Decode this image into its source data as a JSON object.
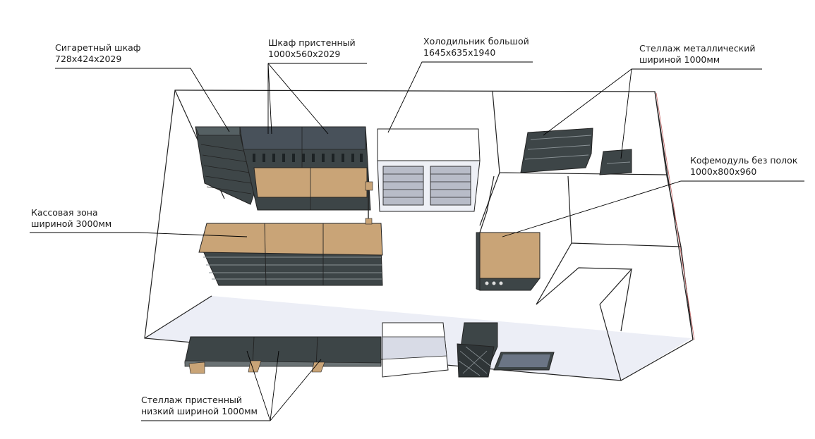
{
  "labels": {
    "cigarette_cabinet": {
      "line1": "Сигаретный шкаф",
      "line2": "728x424x2029"
    },
    "wall_cabinet": {
      "line1": "Шкаф пристенный",
      "line2": "1000x560x2029"
    },
    "fridge": {
      "line1": "Холодильник большой",
      "line2": "1645x635x1940"
    },
    "metal_rack": {
      "line1": "Стеллаж металлический",
      "line2": "шириной 1000мм"
    },
    "coffee_module": {
      "line1": "Кофемодуль без полок",
      "line2": "1000x800x960"
    },
    "cash_zone": {
      "line1": "Кассовая зона",
      "line2": "шириной 3000мм"
    },
    "low_wall_rack": {
      "line1": "Стеллаж пристенный",
      "line2": "низкий шириной 1000мм"
    }
  },
  "colors": {
    "dark_furniture": "#3d4547",
    "wood_top": "#c9a477",
    "floor_tint": "#e9eaf2",
    "wall_line": "#222222",
    "leader": "#000000"
  }
}
